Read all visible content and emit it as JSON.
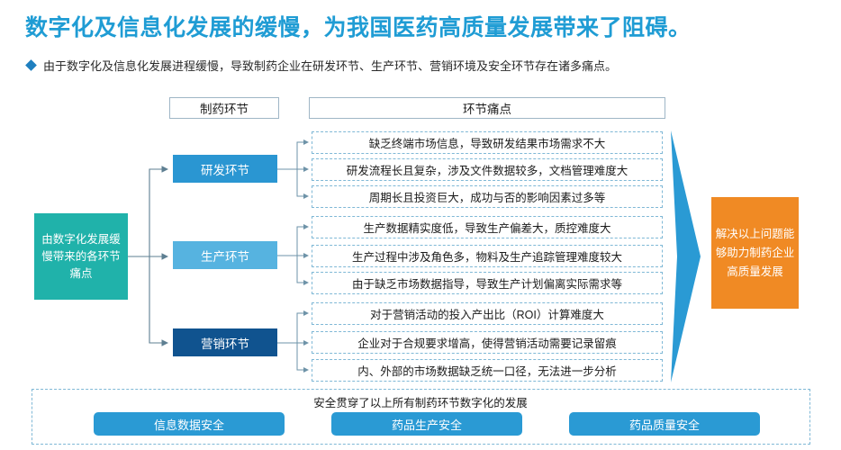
{
  "slide": {
    "title": "数字化及信息化发展的缓慢，为我国医药高质量发展带来了阻碍。",
    "bullet": "由于数字化及信息化发展进程缓慢，导致制药企业在研发环节、生产环节、营销环境及安全环节存在诸多痛点。",
    "bullet_icon": "diamond-bullet-icon"
  },
  "columns": {
    "stage_header": "制药环节",
    "pain_header": "环节痛点"
  },
  "source_box": {
    "label": "由数字化发展缓慢带来的各环节痛点",
    "color": "#20b2aa"
  },
  "stages": [
    {
      "label": "研发环节",
      "color": "#2a96d2"
    },
    {
      "label": "生产环节",
      "color": "#56b3e0"
    },
    {
      "label": "营销环节",
      "color": "#10538f"
    }
  ],
  "pain_points": [
    {
      "stage": "研发环节",
      "text": "缺乏终端市场信息，导致研发结果市场需求不大"
    },
    {
      "stage": "研发环节",
      "text": "研发流程长且复杂，涉及文件数据较多，文档管理难度大"
    },
    {
      "stage": "研发环节",
      "text": "周期长且投资巨大，成功与否的影响因素过多等"
    },
    {
      "stage": "生产环节",
      "text": "生产数据精实度低，导致生产偏差大，质控难度大"
    },
    {
      "stage": "生产环节",
      "text": "生产过程中涉及角色多，物料及生产追踪管理难度较大"
    },
    {
      "stage": "生产环节",
      "text": "由于缺乏市场数据指导，导致生产计划偏离实际需求等"
    },
    {
      "stage": "营销环节",
      "text": "对于营销活动的投入产出比（ROI）计算难度大"
    },
    {
      "stage": "营销环节",
      "text": "企业对于合规要求增高，使得营销活动需要记录留痕"
    },
    {
      "stage": "营销环节",
      "text": "内、外部的市场数据缺乏统一口径，无法进一步分析"
    }
  ],
  "outcome_box": {
    "label": "解决以上问题能够助力制药企业高质量发展",
    "color": "#f08a24",
    "arrow_icon": "right-chevron-arrow-icon",
    "arrow_color": "#2a9ad4"
  },
  "security": {
    "caption": "安全贯穿了以上所有制药环节数字化的发展",
    "arrow_icon": "right-arrow-band-icon",
    "items": [
      {
        "label": "信息数据安全"
      },
      {
        "label": "药品生产安全"
      },
      {
        "label": "药品质量安全"
      }
    ]
  }
}
